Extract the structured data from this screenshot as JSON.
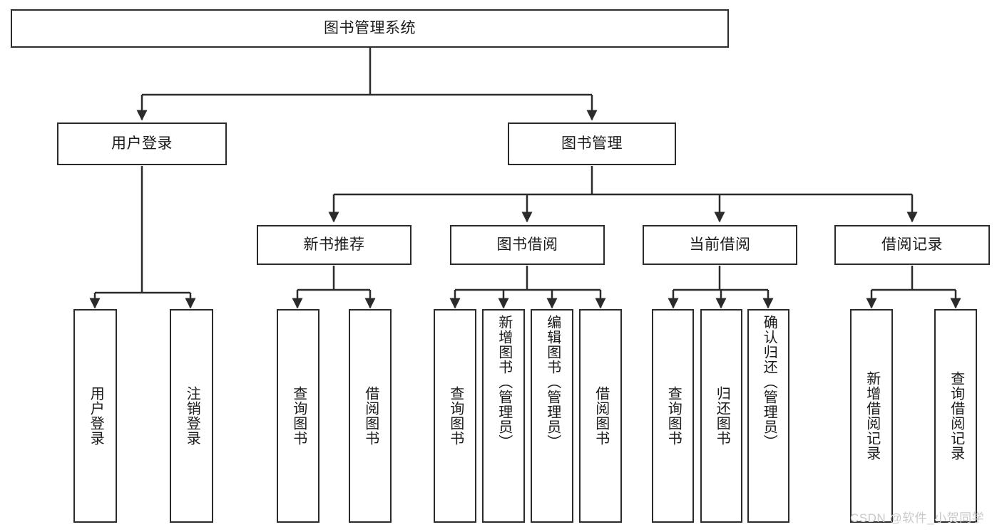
{
  "diagram": {
    "type": "tree-flowchart",
    "title": "图书管理系统",
    "root": {
      "id": "root",
      "label": "图书管理系统"
    },
    "level2": [
      {
        "id": "user-login",
        "label": "用户登录"
      },
      {
        "id": "book-manage",
        "label": "图书管理"
      }
    ],
    "level3": [
      {
        "id": "new-book-recommend",
        "label": "新书推荐"
      },
      {
        "id": "book-borrow",
        "label": "图书借阅"
      },
      {
        "id": "current-borrow",
        "label": "当前借阅"
      },
      {
        "id": "borrow-record",
        "label": "借阅记录"
      }
    ],
    "leaves": {
      "user_login": [
        {
          "id": "leaf-user-login",
          "label": "用户登录"
        },
        {
          "id": "leaf-logout-login",
          "label": "注销登录"
        }
      ],
      "new_book_recommend": [
        {
          "id": "leaf-query-book-1",
          "label": "查询图书"
        },
        {
          "id": "leaf-borrow-book-1",
          "label": "借阅图书"
        }
      ],
      "book_borrow": [
        {
          "id": "leaf-query-book-2",
          "label": "查询图书"
        },
        {
          "id": "leaf-add-book",
          "label": "新增图书（管理员）"
        },
        {
          "id": "leaf-edit-book",
          "label": "编辑图书（管理员）"
        },
        {
          "id": "leaf-borrow-book-2",
          "label": "借阅图书"
        }
      ],
      "current_borrow": [
        {
          "id": "leaf-query-book-3",
          "label": "查询图书"
        },
        {
          "id": "leaf-return-book",
          "label": "归还图书"
        },
        {
          "id": "leaf-confirm-return",
          "label": "确认归还（管理员）"
        }
      ],
      "borrow_record": [
        {
          "id": "leaf-add-record",
          "label": "新增借阅记录"
        },
        {
          "id": "leaf-query-record",
          "label": "查询借阅记录"
        }
      ]
    }
  },
  "watermark": {
    "text": "CSDN @软件_小贺同学"
  },
  "colors": {
    "stroke": "#2b2b2b",
    "fill": "#ffffff",
    "text": "#1a1a1a",
    "watermark": "#c9c9c9"
  }
}
